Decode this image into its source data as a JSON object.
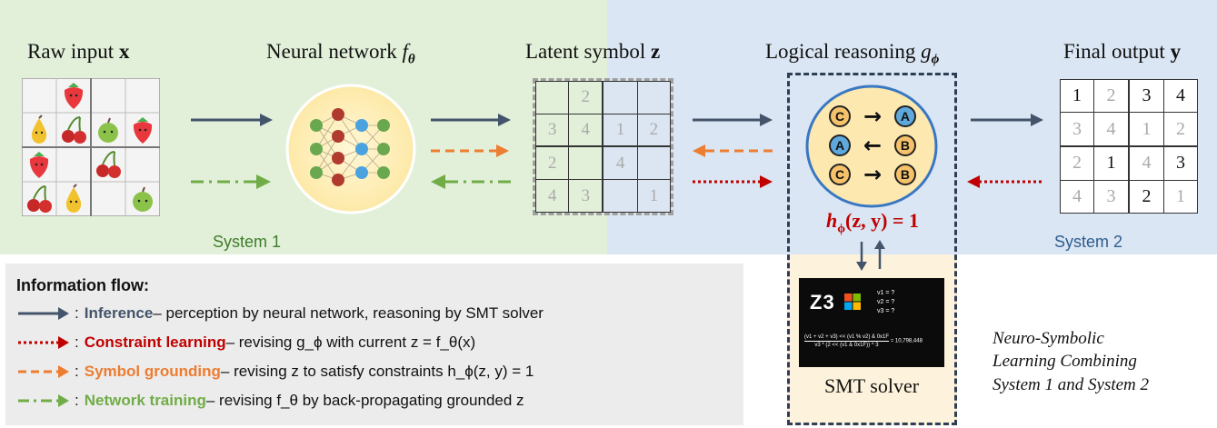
{
  "titles": {
    "raw_input": "Raw input",
    "raw_input_var": "x",
    "neural_network": "Neural network",
    "neural_network_var": "f",
    "neural_network_sub": "θ",
    "latent_symbol": "Latent symbol",
    "latent_symbol_var": "z",
    "logical_reasoning": "Logical reasoning",
    "logical_reasoning_var": "g",
    "logical_reasoning_sub": "ϕ",
    "final_output": "Final output",
    "final_output_var": "y"
  },
  "systems": {
    "system1": "System 1",
    "system2": "System 2"
  },
  "latent_grid": [
    [
      "",
      "2",
      "",
      ""
    ],
    [
      "3",
      "4",
      "1",
      "2"
    ],
    [
      "2",
      "",
      "4",
      ""
    ],
    [
      "4",
      "3",
      "",
      "1"
    ]
  ],
  "final_grid": [
    [
      {
        "v": "1",
        "dark": true
      },
      {
        "v": "2",
        "dark": false
      },
      {
        "v": "3",
        "dark": true
      },
      {
        "v": "4",
        "dark": true
      }
    ],
    [
      {
        "v": "3",
        "dark": false
      },
      {
        "v": "4",
        "dark": false
      },
      {
        "v": "1",
        "dark": false
      },
      {
        "v": "2",
        "dark": false
      }
    ],
    [
      {
        "v": "2",
        "dark": false
      },
      {
        "v": "1",
        "dark": true
      },
      {
        "v": "4",
        "dark": false
      },
      {
        "v": "3",
        "dark": true
      }
    ],
    [
      {
        "v": "4",
        "dark": false
      },
      {
        "v": "3",
        "dark": false
      },
      {
        "v": "2",
        "dark": true
      },
      {
        "v": "1",
        "dark": false
      }
    ]
  ],
  "rules": [
    {
      "left": "C",
      "arrow": "→",
      "right": "A"
    },
    {
      "left": "A",
      "arrow": "←",
      "right": "B"
    },
    {
      "left": "C",
      "arrow": "→",
      "right": "B"
    }
  ],
  "constraint": {
    "fn": "h",
    "sub": "ϕ",
    "args": "(z, y) = 1"
  },
  "smt": {
    "logo": "Z3",
    "vars": [
      "v1 = ?",
      "v2 = ?",
      "v3 = ?"
    ],
    "eq_num": "(v1 + v2 + v3) << (v1 % v2) & 0x1F",
    "eq_den": "v3 * (2 << (v1 & 0x1F)) ^ 3",
    "eq_result": "= 10,798,448",
    "label": "SMT solver"
  },
  "legend": {
    "heading": "Information flow:",
    "items": [
      {
        "name": "Inference",
        "rest": " – perception by neural network, reasoning by SMT solver",
        "color": "#44546a"
      },
      {
        "name": "Constraint learning",
        "rest": " – revising g_ϕ with current z = f_θ(x)",
        "color": "#c00000"
      },
      {
        "name": "Symbol grounding",
        "rest": " – revising z to satisfy constraints h_ϕ(z, y) = 1",
        "color": "#ed7d31"
      },
      {
        "name": "Network training",
        "rest": " – revising f_θ by back-propagating grounded z",
        "color": "#70ad47"
      }
    ],
    "colon": ":"
  },
  "caption": [
    "Neuro-Symbolic",
    "Learning Combining",
    "System 1 and System 2"
  ],
  "colors": {
    "system1_bg": "#e2f0d9",
    "system2_bg": "#dae6f3",
    "inference": "#44546a",
    "constraint": "#c00000",
    "grounding": "#ed7d31",
    "training": "#70ad47",
    "system1_text": "#3f7d2a",
    "system2_text": "#2e5d8e"
  }
}
